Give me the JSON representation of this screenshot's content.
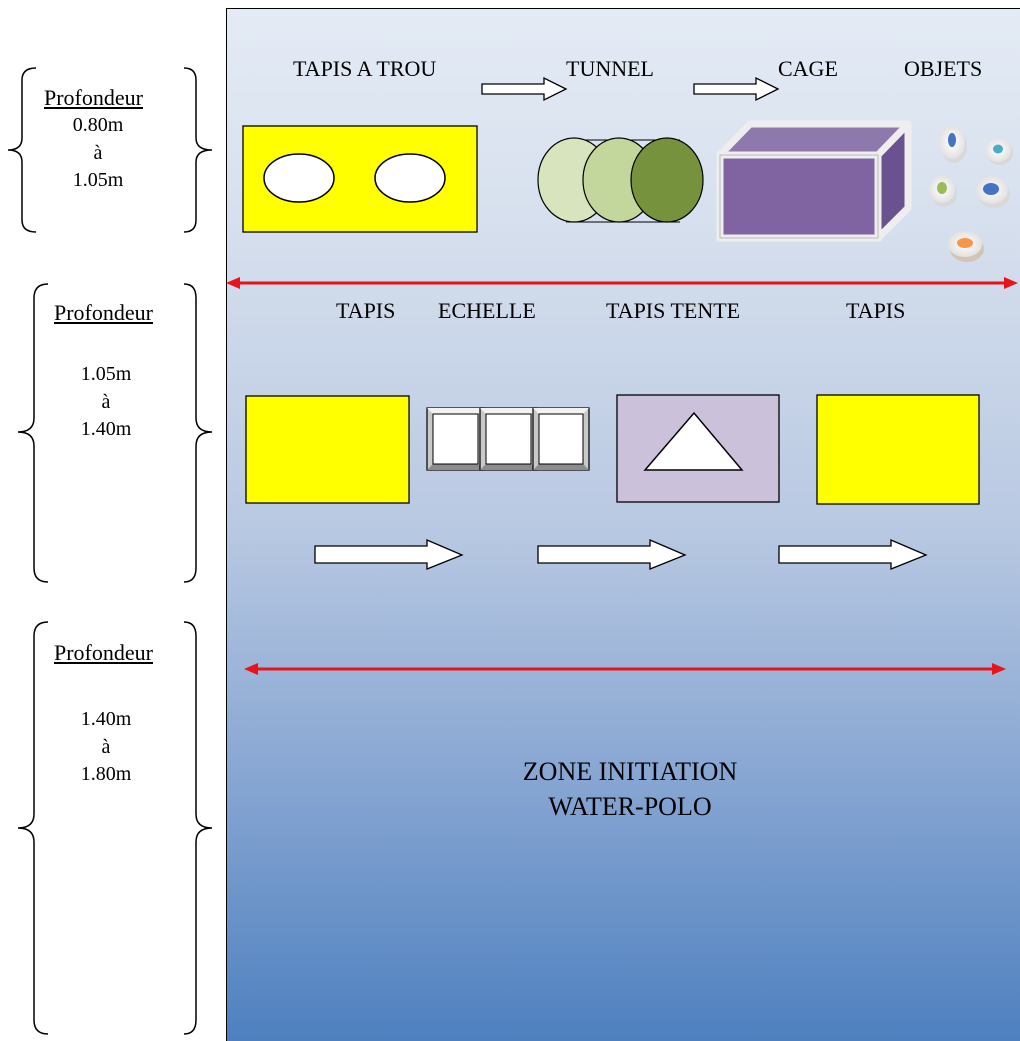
{
  "depth_zones": [
    {
      "title": "Profondeur",
      "from": "0.80m",
      "a": "à",
      "to": "1.05m"
    },
    {
      "title": "Profondeur",
      "from": "1.05m",
      "a": "à",
      "to": "1.40m"
    },
    {
      "title": "Profondeur",
      "from": "1.40m",
      "a": "à",
      "to": "1.80m"
    }
  ],
  "row1_labels": [
    "TAPIS A TROU",
    "TUNNEL",
    "CAGE",
    "OBJETS"
  ],
  "row2_labels": [
    "TAPIS",
    "ECHELLE",
    "TAPIS TENTE",
    "TAPIS"
  ],
  "zone3": {
    "line1": "ZONE INITIATION",
    "line2": "WATER-POLO"
  },
  "colors": {
    "mat_yellow": "#ffff00",
    "tunnel_light": "#d7e4bd",
    "tunnel_mid": "#c3d69b",
    "tunnel_dark": "#76923c",
    "cage": "#8064a2",
    "tent_mat": "#ccc1da",
    "divider": "#e8141a",
    "water_top": "#e4ebf5",
    "water_bottom": "#4e80bf"
  }
}
